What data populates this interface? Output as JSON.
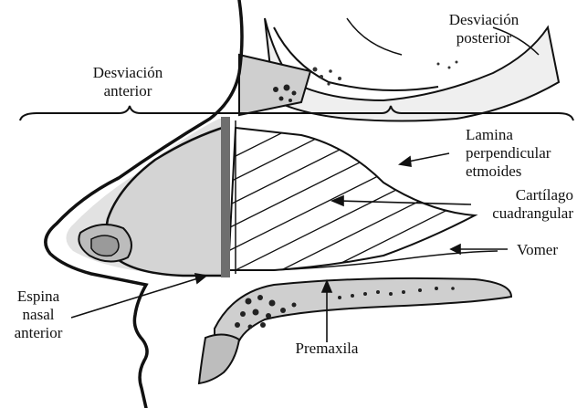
{
  "labels": {
    "posterior_line1": "Desviación",
    "posterior_line2": "posterior",
    "anterior_line1": "Desviación",
    "anterior_line2": "anterior",
    "lamina_line1": "Lamina",
    "lamina_line2": "perpendicular",
    "lamina_line3": "etmoides",
    "cartilago_line1": "Cartílago",
    "cartilago_line2": "cuadrangular",
    "vomer": "Vomer",
    "espina_line1": "Espina",
    "espina_line2": "nasal",
    "espina_line3": "anterior",
    "premaxila": "Premaxila"
  },
  "colors": {
    "ink": "#111111",
    "bone_fill": "#d9d9d9",
    "skin_shade": "#c8c8c8",
    "dark_bar": "#6e6e6e",
    "background": "#ffffff"
  }
}
